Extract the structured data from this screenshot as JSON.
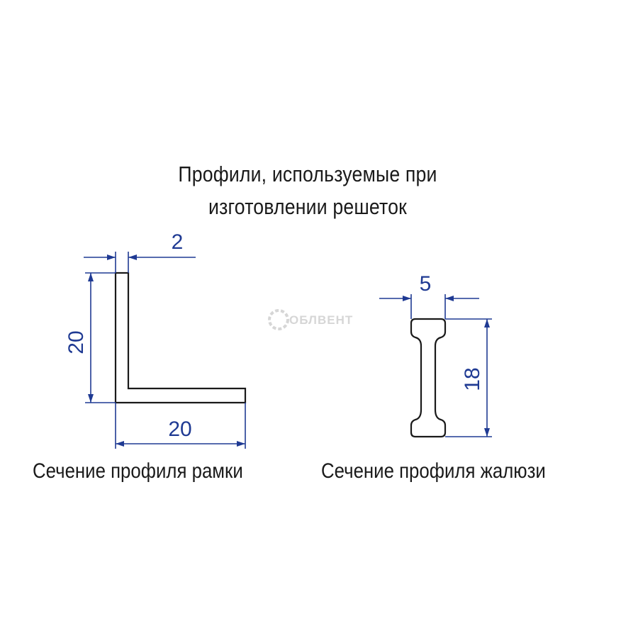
{
  "title": {
    "line1": "Профили, используемые при",
    "line2": "изготовлении решеток"
  },
  "frame_profile": {
    "caption": "Сечение профиля рамки",
    "thickness_label": "2",
    "height_label": "20",
    "width_label": "20"
  },
  "blind_profile": {
    "caption": "Сечение профиля жалюзи",
    "width_label": "5",
    "height_label": "18"
  },
  "watermark": {
    "text": "ОБЛВЕНТ"
  },
  "colors": {
    "outline": "#1a1a1a",
    "dimension": "#1f3a93",
    "watermark": "#d6d6d6"
  }
}
